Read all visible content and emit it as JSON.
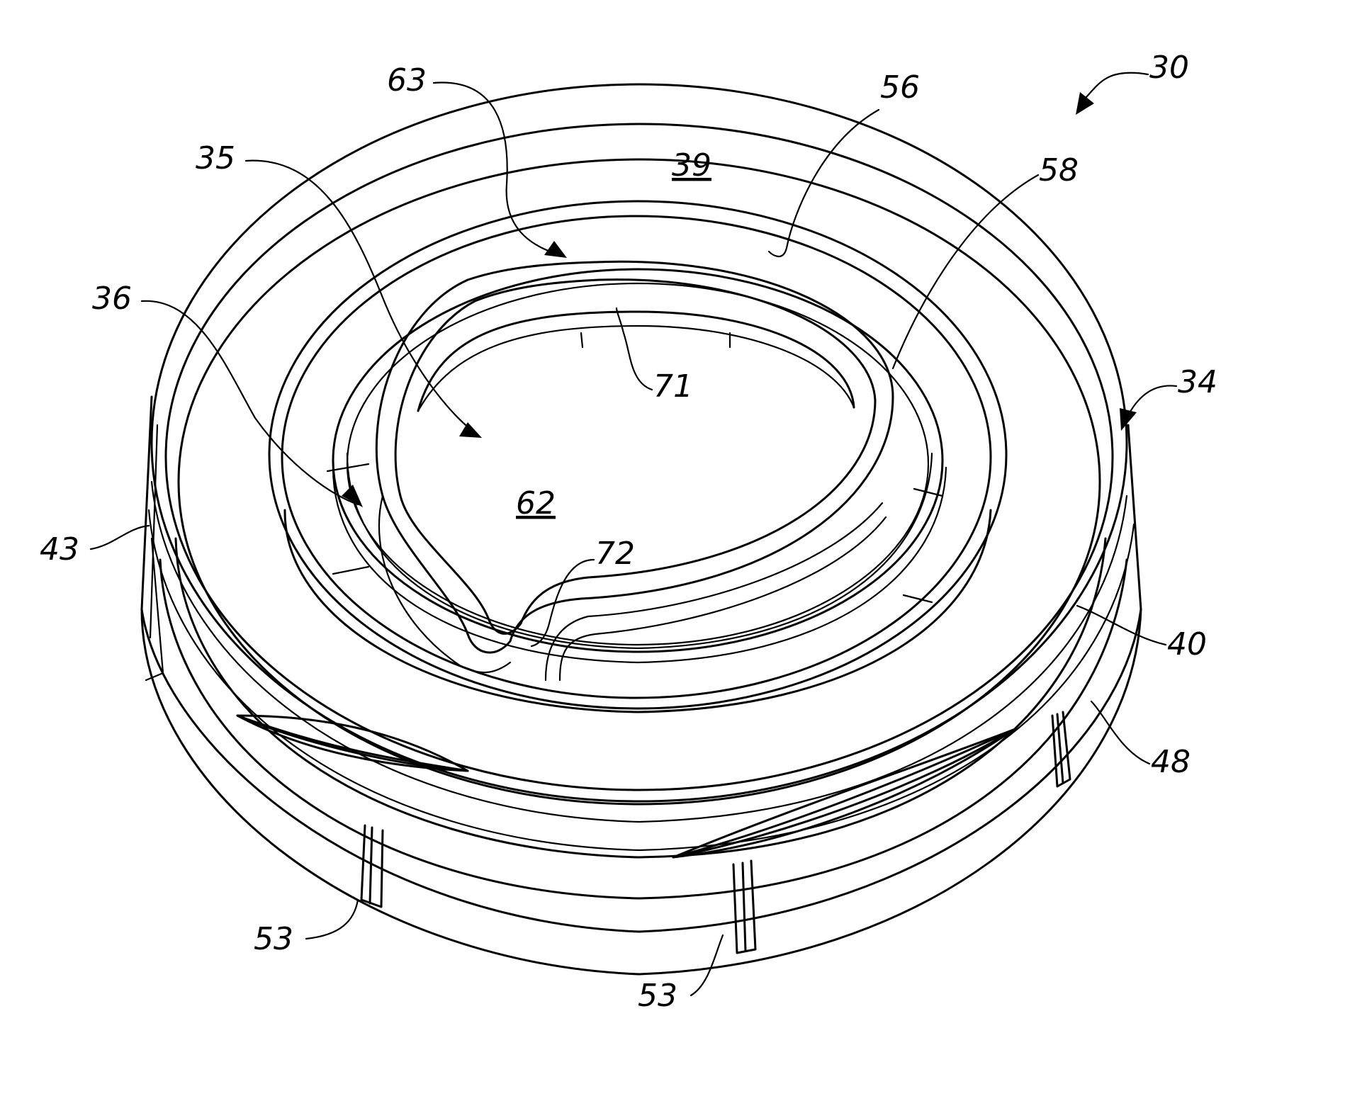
{
  "figure": {
    "reference_numerals": {
      "r30": "30",
      "r63": "63",
      "r56": "56",
      "r35": "35",
      "r39": "39",
      "r58": "58",
      "r36": "36",
      "r71": "71",
      "r34": "34",
      "r62": "62",
      "r43": "43",
      "r72": "72",
      "r40": "40",
      "r48": "48",
      "r53a": "53",
      "r53b": "53"
    }
  }
}
